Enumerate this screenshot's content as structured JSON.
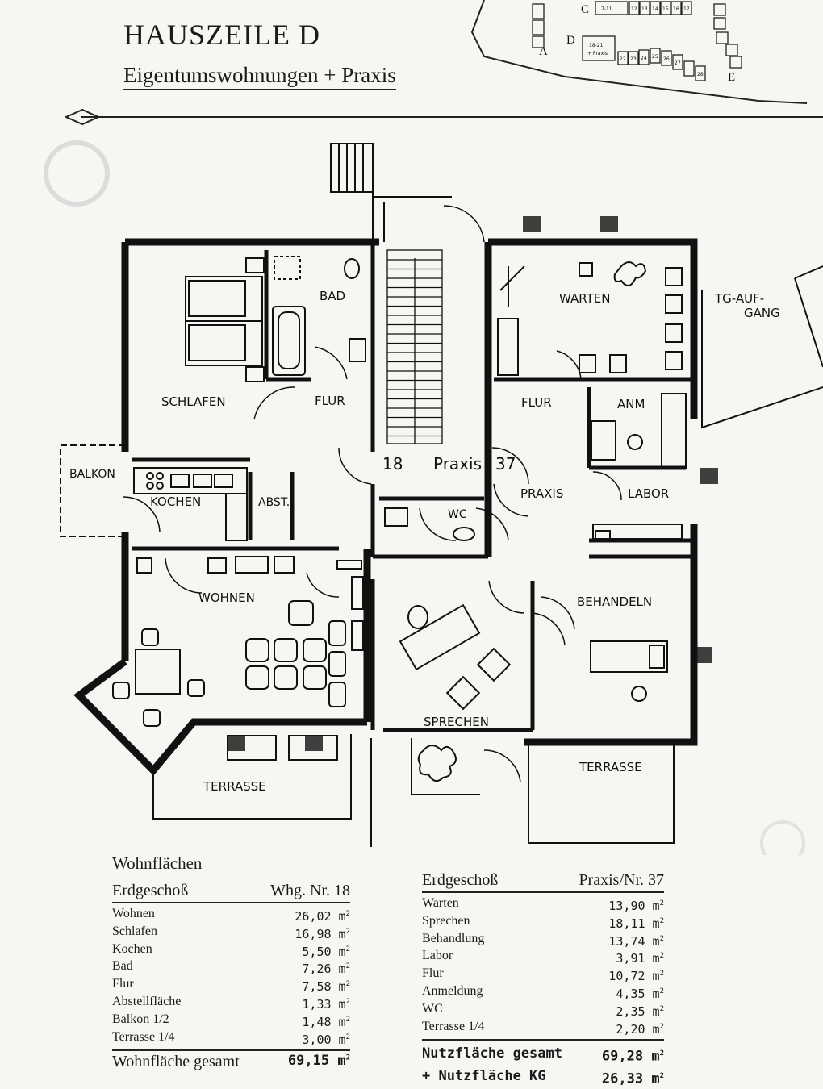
{
  "header": {
    "title": "HAUSZEILE D",
    "subtitle": "Eigentumswohnungen + Praxis"
  },
  "siteplan": {
    "labels": [
      "C",
      "A",
      "D",
      "E"
    ],
    "small_numbers": [
      "7-11",
      "12",
      "13",
      "14",
      "15",
      "16",
      "17",
      "18-21",
      "+ Praxis",
      "22",
      "23",
      "24",
      "25",
      "26",
      "27",
      "28"
    ]
  },
  "plan": {
    "rooms": {
      "bad": "BAD",
      "schlafen": "SCHLAFEN",
      "flur_left": "FLUR",
      "balkon": "BALKON",
      "kochen": "KOCHEN",
      "abst": "ABST.",
      "wohnen": "WOHNEN",
      "terrasse_left": "TERRASSE",
      "warten": "WARTEN",
      "tg_aufgang_1": "TG-AUF-",
      "tg_aufgang_2": "GANG",
      "flur_right": "FLUR",
      "anm": "ANM",
      "praxis": "PRAXIS",
      "labor": "LABOR",
      "wc": "WC",
      "behandeln": "BEHANDELN",
      "sprechen": "SPRECHEN",
      "terrasse_right": "TERRASSE"
    },
    "unit_labels": {
      "left_number": "18",
      "middle": "Praxis",
      "right_number": "37"
    }
  },
  "table_left": {
    "heading": "Wohnflächen",
    "section": "Erdgeschoß",
    "unit": "Whg. Nr. 18",
    "unit_m2": "m²",
    "rows": [
      {
        "label": "Wohnen",
        "value": "26,02"
      },
      {
        "label": "Schlafen",
        "value": "16,98"
      },
      {
        "label": "Kochen",
        "value": "5,50"
      },
      {
        "label": "Bad",
        "value": "7,26"
      },
      {
        "label": "Flur",
        "value": "7,58"
      },
      {
        "label": "Abstellfläche",
        "value": "1,33"
      },
      {
        "label": "Balkon 1/2",
        "value": "1,48"
      },
      {
        "label": "Terrasse 1/4",
        "value": "3,00"
      }
    ],
    "total_label": "Wohnfläche gesamt",
    "total_value": "69,15"
  },
  "table_right": {
    "section": "Erdgeschoß",
    "unit": "Praxis/Nr. 37",
    "rows": [
      {
        "label": "Warten",
        "value": "13,90"
      },
      {
        "label": "Sprechen",
        "value": "18,11"
      },
      {
        "label": "Behandlung",
        "value": "13,74"
      },
      {
        "label": "Labor",
        "value": "3,91"
      },
      {
        "label": "Flur",
        "value": "10,72"
      },
      {
        "label": "Anmeldung",
        "value": "4,35"
      },
      {
        "label": "WC",
        "value": "2,35"
      },
      {
        "label": "Terrasse 1/4",
        "value": "2,20"
      }
    ],
    "totals": [
      {
        "label": "Nutzfläche gesamt",
        "value": "69,28"
      },
      {
        "label": "+ Nutzfläche KG",
        "value": "26,33"
      }
    ]
  }
}
